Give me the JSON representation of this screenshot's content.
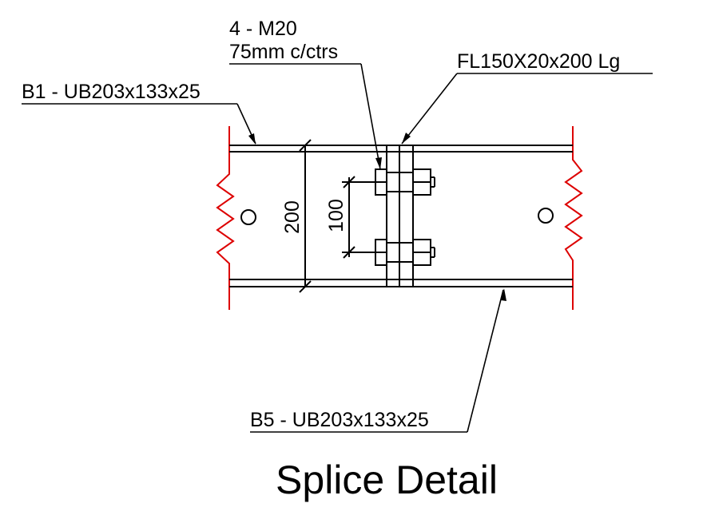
{
  "title": "Splice Detail",
  "labels": {
    "bolts_line1": "4 - M20",
    "bolts_line2": "75mm c/ctrs",
    "plate": "FL150X20x200 Lg",
    "beam_left": "B1 - UB203x133x25",
    "beam_right": "B5 - UB203x133x25"
  },
  "dimensions": {
    "depth": "200",
    "bolt_gauge": "100"
  },
  "colors": {
    "line": "#000000",
    "break_line": "#dd0000"
  }
}
